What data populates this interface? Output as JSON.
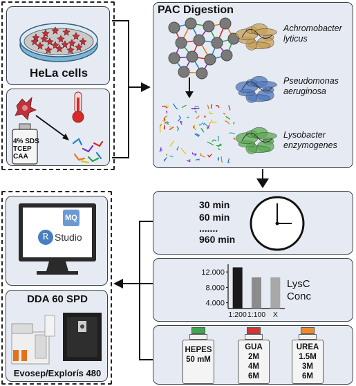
{
  "sample": {
    "cells_label": "HeLa cells",
    "bottle_lines": [
      "4% SDS",
      "TCEP",
      "CAA"
    ]
  },
  "digestion": {
    "title": "PAC Digestion",
    "organisms": [
      {
        "line1": "Achromobacter",
        "line2": "lyticus",
        "color": "#c9a055"
      },
      {
        "line1": "Pseudomonas",
        "line2": "aeruginosa",
        "color": "#4f79bf"
      },
      {
        "line1": "Lysobacter",
        "line2": "enzymogenes",
        "color": "#5aaa4f"
      }
    ]
  },
  "time": {
    "values": [
      "30 min",
      "60 min",
      ".......",
      "960 min"
    ]
  },
  "conc": {
    "label_line1": "LysC",
    "label_line2": "Conc"
  },
  "chart_data": {
    "type": "bar",
    "categories": [
      "1:200",
      "1:100",
      "X"
    ],
    "values": [
      13200,
      10600,
      10600
    ],
    "yticks": [
      "4.000",
      "8.000",
      "12.000"
    ],
    "ylim": [
      2500,
      14000
    ],
    "colors": [
      "#1a1a1a",
      "#8c8c8c",
      "#a8a8a8"
    ]
  },
  "buffers": [
    {
      "cap_color": "#3aa84b",
      "lines": [
        "HEPES",
        "50 mM"
      ]
    },
    {
      "cap_color": "#d93232",
      "lines": [
        "GUA",
        "2M",
        "4M",
        "6M"
      ]
    },
    {
      "cap_color": "#ef8a2c",
      "lines": [
        "UREA",
        "1.5M",
        "3M",
        "6M"
      ]
    }
  ],
  "software": {
    "mq": "MQ",
    "r": "R",
    "studio": "Studio"
  },
  "instrument": {
    "method": "DDA 60 SPD",
    "name": "Evosep/Explorís 480"
  }
}
